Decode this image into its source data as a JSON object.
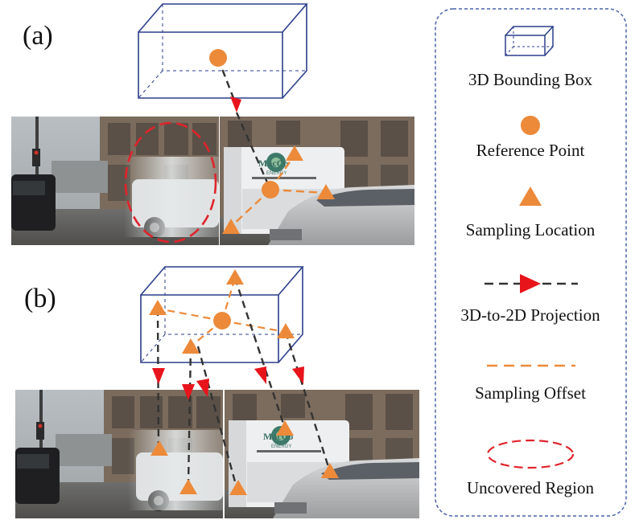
{
  "panels": {
    "a_label": "(a)",
    "b_label": "(b)"
  },
  "legend": {
    "items": [
      {
        "icon": "3d-bounding-box-icon",
        "label": "3D Bounding Box"
      },
      {
        "icon": "reference-point-icon",
        "label": "Reference Point"
      },
      {
        "icon": "sampling-location-icon",
        "label": "Sampling Location"
      },
      {
        "icon": "projection-arrow-icon",
        "label": "3D-to-2D Projection"
      },
      {
        "icon": "sampling-offset-icon",
        "label": "Sampling Offset"
      },
      {
        "icon": "uncovered-region-icon",
        "label": "Uncovered Region"
      }
    ]
  },
  "photos": {
    "truck_brand": "MacCo",
    "truck_brand_sub": "ENERGY"
  },
  "colors": {
    "box": "#2b3f8c",
    "orange": "#ec8a3a",
    "arrow_red": "#e8141c",
    "dash_dark": "#333333",
    "uncovered": "#e0232b",
    "legend_border": "#4a64a8"
  }
}
